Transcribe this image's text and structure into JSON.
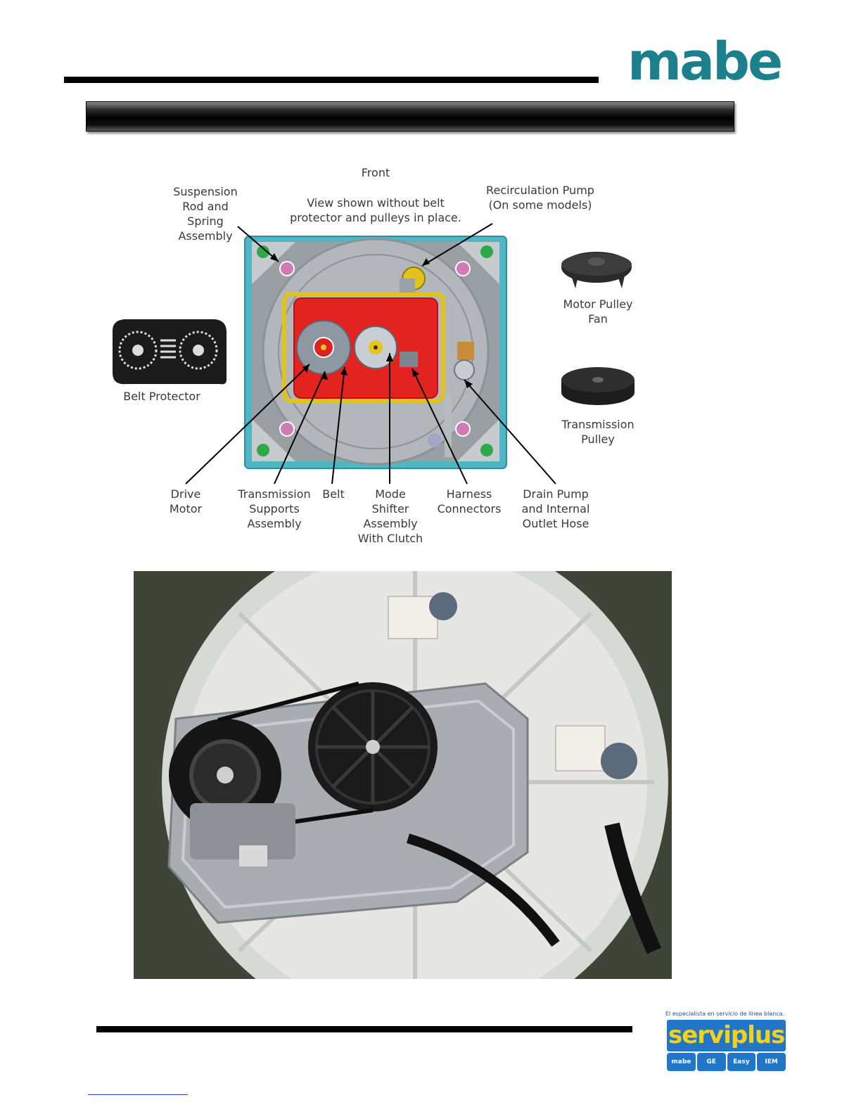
{
  "header": {
    "logo_text": "mabe",
    "title_text": ""
  },
  "diagram": {
    "top_label": "Front",
    "note": "View shown without belt\nprotector and pulleys in place.",
    "labels": {
      "suspension": "Suspension\nRod and\nSpring\nAssembly",
      "recirc_pump": "Recirculation Pump\n(On some models)",
      "motor_pulley_fan": "Motor Pulley\nFan",
      "belt_protector": "Belt Protector",
      "transmission_pulley": "Transmission\nPulley",
      "drive_motor": "Drive\nMotor",
      "trans_supports": "Transmission\nSupports\nAssembly",
      "belt": "Belt",
      "mode_shifter": "Mode\nShifter\nAssembly\nWith Clutch",
      "harness": "Harness\nConnectors",
      "drain_pump": "Drain Pump\nand Internal\nOutlet Hose"
    }
  },
  "photo": {
    "caption": ""
  },
  "footer": {
    "tagline": "El especialista en servicio de línea blanca.",
    "wordmark": "serviplus",
    "brands": [
      "mabe",
      "GE",
      "Easy",
      "IEM"
    ]
  },
  "colors": {
    "mabe_teal": "#1b7f8c",
    "serviplus_blue": "#2276c7",
    "serviplus_yellow": "#f3d21f"
  }
}
